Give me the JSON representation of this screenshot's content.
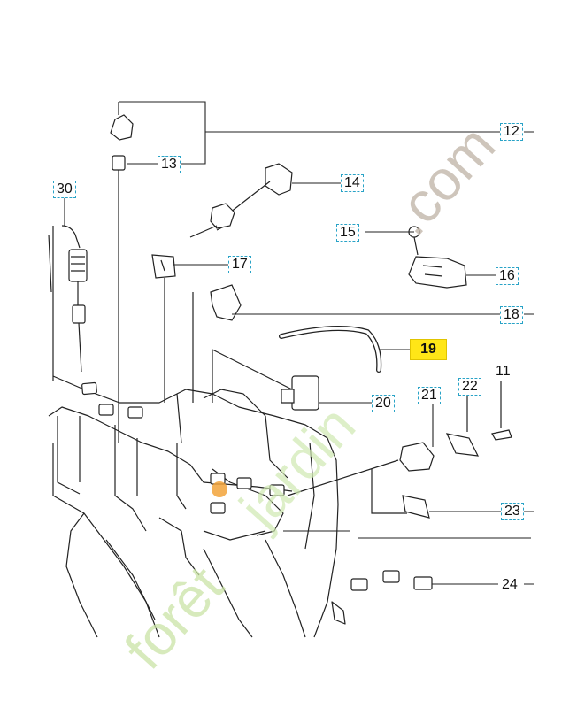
{
  "callouts": {
    "c12": "12",
    "c13": "13",
    "c14": "14",
    "c15": "15",
    "c16": "16",
    "c17": "17",
    "c18": "18",
    "c19": "19",
    "c20": "20",
    "c21": "21",
    "c22": "22",
    "c11": "11",
    "c23": "23",
    "c24": "24",
    "c30": "30"
  },
  "watermark": {
    "text": "forêtjardin.com",
    "colors": {
      "foret": "#c9e3a6",
      "jardin": "#cfe8b0",
      "dot": "#f2a33a",
      "com": "#b9ac9e"
    }
  },
  "colors": {
    "line": "#222222",
    "callout_border": "#29a3c7",
    "highlight": "#ffe617"
  }
}
